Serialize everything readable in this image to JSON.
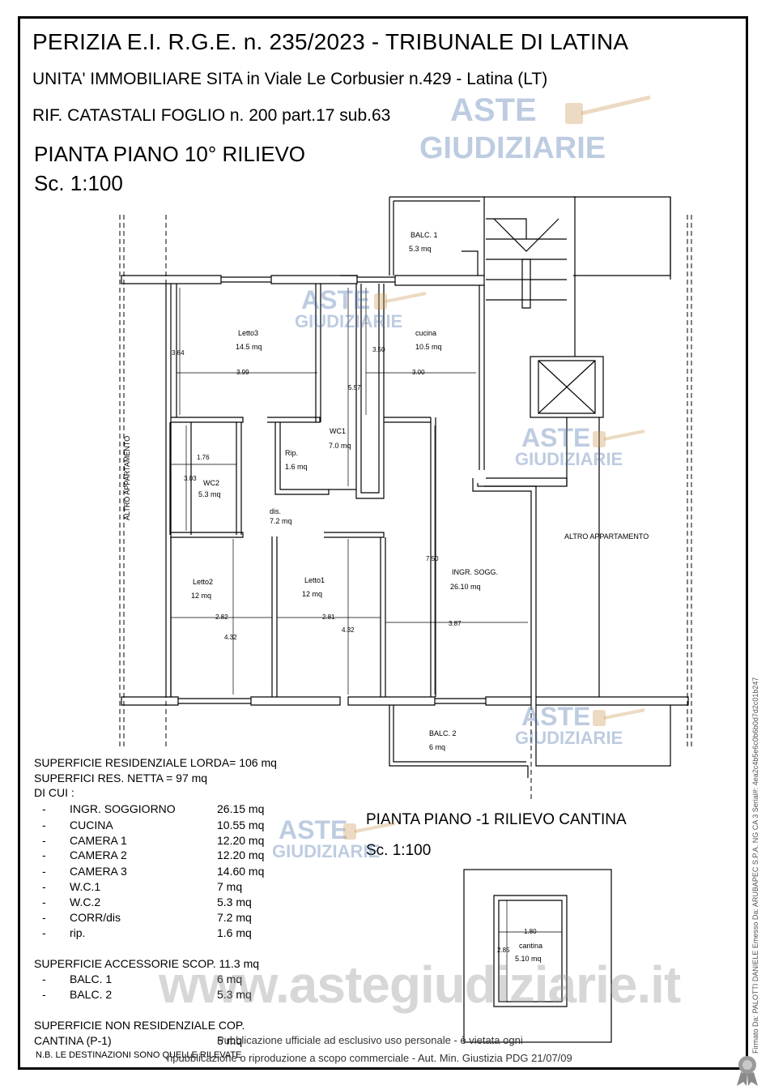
{
  "header": {
    "title": "PERIZIA  E.I. R.G.E. n. 235/2023 - TRIBUNALE DI LATINA",
    "address": "UNITA' IMMOBILIARE SITA in Viale Le Corbusier n.429 -  Latina (LT)",
    "cadastral": "RIF. CATASTALI FOGLIO n. 200 part.17 sub.63"
  },
  "plan_main": {
    "title": "PIANTA PIANO 10° RILIEVO",
    "scale": "Sc. 1:100"
  },
  "plan_cellar": {
    "title": "PIANTA PIANO -1 RILIEVO CANTINA",
    "scale": "Sc. 1:100"
  },
  "rooms": {
    "balc1": {
      "name": "BALC. 1",
      "area": "5.3 mq"
    },
    "letto3": {
      "name": "Letto3",
      "area": "14.5 mq"
    },
    "cucina": {
      "name": "cucina",
      "area": "10.5 mq"
    },
    "wc1": {
      "name": "WC1",
      "area": "7.0 mq"
    },
    "rip": {
      "name": "Rip.",
      "area": "1.6 mq"
    },
    "wc2": {
      "name": "WC2",
      "area": "5.3 mq"
    },
    "dis": {
      "name": "dis.",
      "area": "7.2 mq"
    },
    "letto2": {
      "name": "Letto2",
      "area": "12 mq"
    },
    "letto1": {
      "name": "Letto1",
      "area": "12 mq"
    },
    "soggiorno": {
      "name": "INGR. SOGG.",
      "area": "26.10 mq"
    },
    "balc2": {
      "name": "BALC. 2",
      "area": "6 mq"
    },
    "cantina": {
      "name": "cantina",
      "area": "5.10 mq"
    },
    "altro_left": "ALTRO APPARTAMENTO",
    "altro_right": "ALTRO APPARTAMENTO"
  },
  "dimensions": {
    "d364": "3.64",
    "d399": "3.99",
    "d350": "3.50",
    "d300": "3.00",
    "d557": "5.57",
    "d176": "1.76",
    "d303": "3.03",
    "d750": "7.50",
    "d282": "2.82",
    "d281": "2.81",
    "d432a": "4.32",
    "d432b": "4.32",
    "d387": "3.87",
    "d180": "1.80",
    "d285": "2.85"
  },
  "areas": {
    "lorda": "SUPERFICIE RESIDENZIALE LORDA= 106 mq",
    "netta": "SUPERFICI RES. NETTA = 97 mq",
    "dicui": "DI CUI :",
    "items": [
      {
        "dash": "-",
        "name": "INGR. SOGGIORNO",
        "value": "26.15 mq"
      },
      {
        "dash": "-",
        "name": "CUCINA",
        "value": "10.55 mq"
      },
      {
        "dash": "-",
        "name": "CAMERA 1",
        "value": "12.20 mq"
      },
      {
        "dash": "-",
        "name": "CAMERA 2",
        "value": "12.20 mq"
      },
      {
        "dash": "-",
        "name": "CAMERA 3",
        "value": "14.60 mq"
      },
      {
        "dash": "-",
        "name": "W.C.1",
        "value": "7 mq"
      },
      {
        "dash": "-",
        "name": "W.C.2",
        "value": "5.3 mq"
      },
      {
        "dash": "-",
        "name": "CORR/dis",
        "value": "7.2 mq"
      },
      {
        "dash": "-",
        "name": "rip.",
        "value": "1.6 mq"
      }
    ],
    "accessorie": "SUPERFICIE ACCESSORIE SCOP. 11.3 mq",
    "balconies": [
      {
        "dash": "-",
        "name": "BALC. 1",
        "value": "6 mq"
      },
      {
        "dash": "-",
        "name": "BALC. 2",
        "value": "5.3 mq"
      }
    ],
    "non_res": "SUPERFICIE NON RESIDENZIALE COP.",
    "cantina": "CANTINA (P-1)",
    "cantina_value": "5 mq",
    "nb": "N.B. LE DESTINAZIONI SONO QUELLE RILEVATE"
  },
  "watermarks": {
    "brand_top": "ASTE",
    "brand_bottom": "GIUDIZIARIE",
    "site": "www.astegiudiziarie.it"
  },
  "footer": {
    "line1": "Pubblicazione ufficiale ad esclusivo uso personale - è vietata ogni",
    "line2": "ripubblicazione o riproduzione a scopo commerciale - Aut. Min. Giustizia PDG 21/07/09"
  },
  "signature": "Firmato Da: PALOTTI DANIELE Emesso Da: ARUBAPEC S.P.A. NG CA 3 Serial#: 4ea2c4b5e6c0b6b0d7d2c01b247"
}
